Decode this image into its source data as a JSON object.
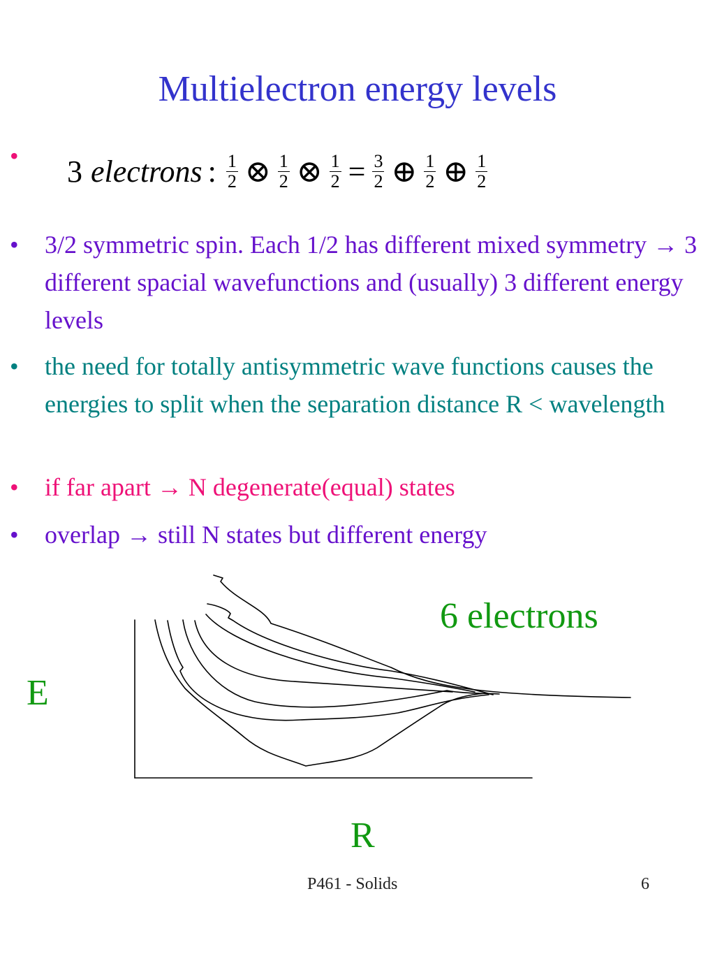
{
  "slide": {
    "title": "Multielectron energy levels",
    "formula": {
      "count": "3",
      "word": "electrons",
      "colon": ":",
      "lhs": [
        {
          "num": "1",
          "den": "2"
        },
        {
          "num": "1",
          "den": "2"
        },
        {
          "num": "1",
          "den": "2"
        }
      ],
      "times_symbol": "⊗",
      "equals": "=",
      "plus_symbol": "⊕",
      "rhs": [
        {
          "num": "3",
          "den": "2"
        },
        {
          "num": "1",
          "den": "2"
        },
        {
          "num": "1",
          "den": "2"
        }
      ]
    },
    "bullets": [
      {
        "text": "3/2 symmetric spin. Each 1/2 has different mixed symmetry → 3 different spacial wavefunctions and (usually) 3 different energy levels",
        "color": "#6611cc"
      },
      {
        "text": "the need for totally antisymmetric wave functions causes the energies to split when the separation distance R < wavelength",
        "color": "#008080"
      },
      {
        "text": "if far apart → N degenerate(equal) states",
        "color": "#ee1177"
      },
      {
        "text": "overlap → still N states but different energy",
        "color": "#6611cc"
      }
    ],
    "bullet_char": "•",
    "graph": {
      "label": "6 electrons",
      "y_axis_label": "E",
      "x_axis_label": "R"
    },
    "footer": {
      "center": "P461 - Solids",
      "page_number": "6"
    }
  }
}
